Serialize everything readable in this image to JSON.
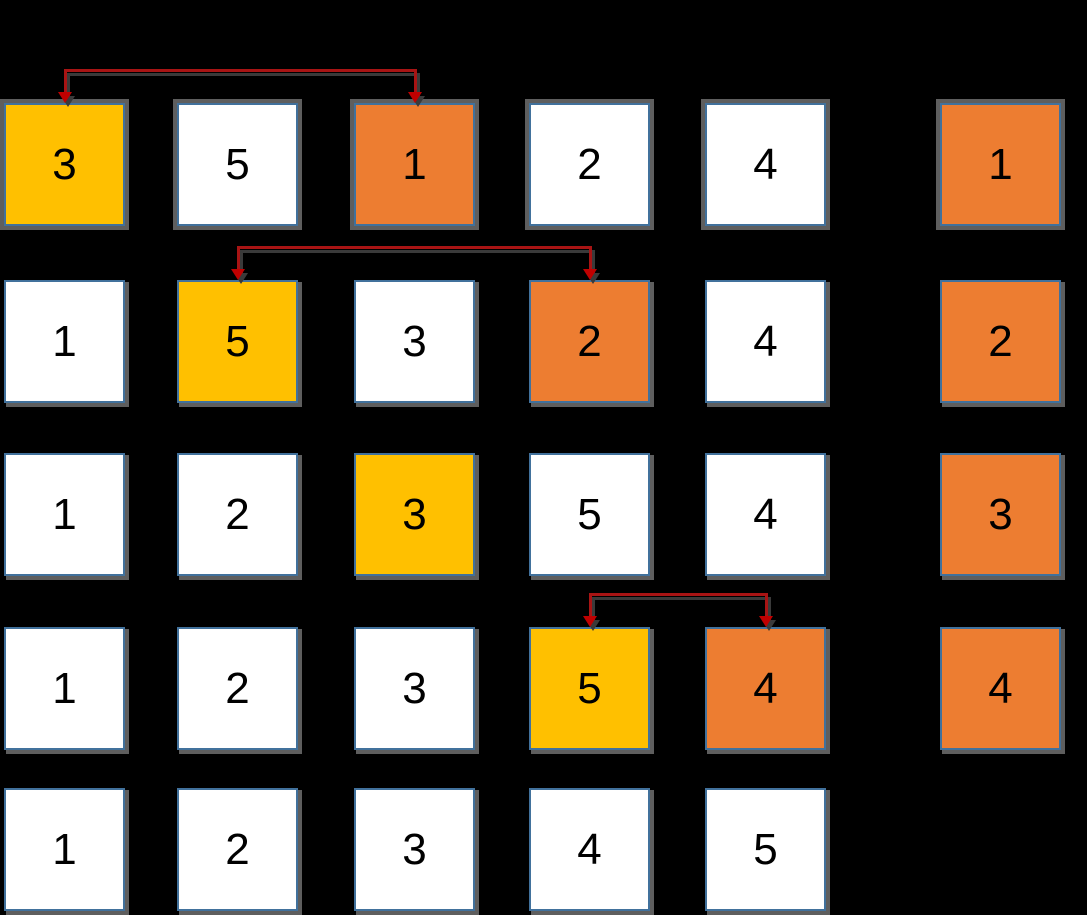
{
  "colors": {
    "background": "#000000",
    "box_fill_default": "#FFFFFF",
    "box_fill_min": "#FFC000",
    "box_fill_swap": "#ED7D31",
    "box_border": "#41719C",
    "box_shadow": "#5E5E5E",
    "digit_color": "#000000",
    "arrow_line": "#A81414",
    "arrow_head": "#C00000",
    "arrow_shadow": "#3A3A3A"
  },
  "diagram": {
    "rows": [
      {
        "cells": [
          {
            "value": "3",
            "state": "min"
          },
          {
            "value": "5",
            "state": "default"
          },
          {
            "value": "1",
            "state": "swap"
          },
          {
            "value": "2",
            "state": "default"
          },
          {
            "value": "4",
            "state": "default"
          }
        ],
        "result": {
          "value": "1",
          "state": "swap"
        }
      },
      {
        "cells": [
          {
            "value": "1",
            "state": "default"
          },
          {
            "value": "5",
            "state": "min"
          },
          {
            "value": "3",
            "state": "default"
          },
          {
            "value": "2",
            "state": "swap"
          },
          {
            "value": "4",
            "state": "default"
          }
        ],
        "result": {
          "value": "2",
          "state": "swap"
        }
      },
      {
        "cells": [
          {
            "value": "1",
            "state": "default"
          },
          {
            "value": "2",
            "state": "default"
          },
          {
            "value": "3",
            "state": "min"
          },
          {
            "value": "5",
            "state": "default"
          },
          {
            "value": "4",
            "state": "default"
          }
        ],
        "result": {
          "value": "3",
          "state": "swap"
        }
      },
      {
        "cells": [
          {
            "value": "1",
            "state": "default"
          },
          {
            "value": "2",
            "state": "default"
          },
          {
            "value": "3",
            "state": "default"
          },
          {
            "value": "5",
            "state": "min"
          },
          {
            "value": "4",
            "state": "swap"
          }
        ],
        "result": {
          "value": "4",
          "state": "swap"
        }
      },
      {
        "cells": [
          {
            "value": "1",
            "state": "default"
          },
          {
            "value": "2",
            "state": "default"
          },
          {
            "value": "3",
            "state": "default"
          },
          {
            "value": "4",
            "state": "default"
          },
          {
            "value": "5",
            "state": "default"
          }
        ],
        "result": null
      }
    ],
    "arrows": [
      {
        "row": 0,
        "from_col": 2,
        "to_col": 0,
        "double_headed": true
      },
      {
        "row": 1,
        "from_col": 3,
        "to_col": 1,
        "double_headed": true
      },
      {
        "row": 3,
        "from_col": 4,
        "to_col": 3,
        "double_headed": true
      }
    ]
  }
}
